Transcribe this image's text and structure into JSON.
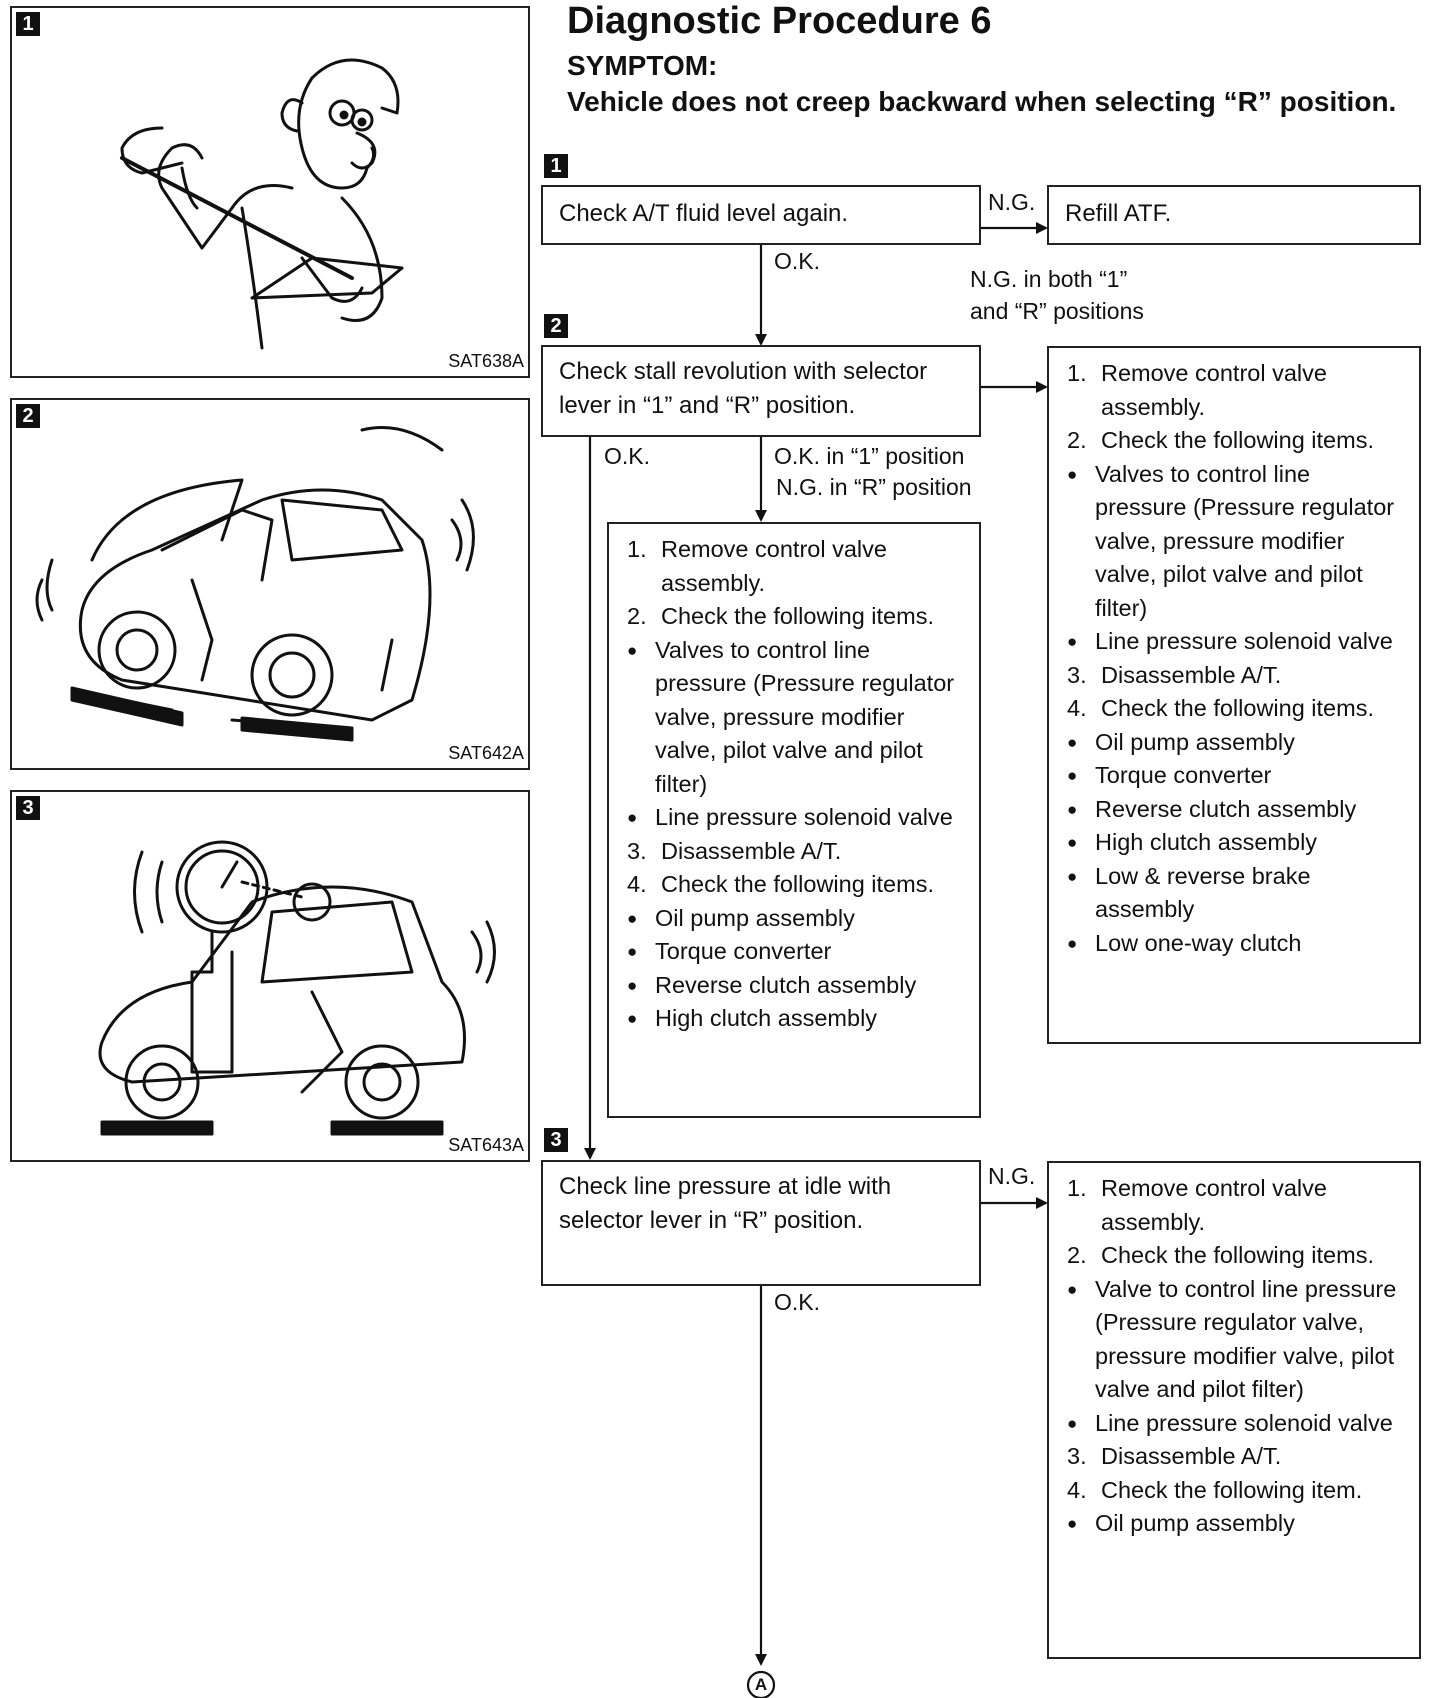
{
  "header": {
    "title": "Diagnostic Procedure 6",
    "symptom_label": "SYMPTOM:",
    "symptom_text": "Vehicle does not creep backward when selecting “R” position."
  },
  "illustrations": [
    {
      "badge": "1",
      "code": "SAT638A"
    },
    {
      "badge": "2",
      "code": "SAT642A"
    },
    {
      "badge": "3",
      "code": "SAT643A"
    }
  ],
  "flow": {
    "step1": {
      "badge": "1",
      "text": "Check A/T fluid level again.",
      "ng_label": "N.G.",
      "ng_result": "Refill ATF.",
      "ok_label": "O.K."
    },
    "step2": {
      "badge": "2",
      "lines": [
        "Check stall revolution with selector",
        "lever in “1” and “R” position."
      ],
      "ng_both_label": [
        "N.G. in both “1”",
        "and “R” positions"
      ],
      "ok_label": "O.K.",
      "ok1_ngr_label": [
        "O.K. in “1” position",
        "N.G. in “R” position"
      ]
    },
    "step3": {
      "badge": "3",
      "lines": [
        "Check line pressure at idle with",
        "selector lever in “R” position."
      ],
      "ng_label": "N.G.",
      "ok_label": "O.K."
    },
    "connector": "A"
  },
  "lists": {
    "ng_both": [
      {
        "kind": "n",
        "num": "1.",
        "text": "Remove control valve assembly."
      },
      {
        "kind": "n",
        "num": "2.",
        "text": "Check the following items."
      },
      {
        "kind": "b",
        "text": "Valves to control line pressure (Pressure regulator valve, pressure modifier valve, pilot valve and pilot filter)"
      },
      {
        "kind": "b",
        "text": "Line pressure solenoid valve"
      },
      {
        "kind": "n",
        "num": "3.",
        "text": "Disassemble A/T."
      },
      {
        "kind": "n",
        "num": "4.",
        "text": "Check the following items."
      },
      {
        "kind": "b",
        "text": "Oil pump assembly"
      },
      {
        "kind": "b",
        "text": "Torque converter"
      },
      {
        "kind": "b",
        "text": "Reverse clutch assembly"
      },
      {
        "kind": "b",
        "text": "High clutch assembly"
      },
      {
        "kind": "b",
        "text": "Low & reverse brake assembly"
      },
      {
        "kind": "b",
        "text": "Low one-way clutch"
      }
    ],
    "ng_r": [
      {
        "kind": "n",
        "num": "1.",
        "text": "Remove control valve assembly."
      },
      {
        "kind": "n",
        "num": "2.",
        "text": "Check the following items."
      },
      {
        "kind": "b",
        "text": "Valves to control line pressure (Pressure regulator valve, pressure modifier valve, pilot valve and pilot filter)"
      },
      {
        "kind": "b",
        "text": "Line pressure solenoid valve"
      },
      {
        "kind": "n",
        "num": "3.",
        "text": "Disassemble A/T."
      },
      {
        "kind": "n",
        "num": "4.",
        "text": "Check the following items."
      },
      {
        "kind": "b",
        "text": "Oil pump assembly"
      },
      {
        "kind": "b",
        "text": "Torque converter"
      },
      {
        "kind": "b",
        "text": "Reverse clutch assembly"
      },
      {
        "kind": "b",
        "text": "High clutch assembly"
      }
    ],
    "ng_line": [
      {
        "kind": "n",
        "num": "1.",
        "text": "Remove control valve assembly."
      },
      {
        "kind": "n",
        "num": "2.",
        "text": "Check the following items."
      },
      {
        "kind": "b",
        "text": "Valve to control line pressure (Pressure regulator valve, pressure modifier valve, pilot valve and pilot filter)"
      },
      {
        "kind": "b",
        "text": "Line pressure solenoid valve"
      },
      {
        "kind": "n",
        "num": "3.",
        "text": "Disassemble A/T."
      },
      {
        "kind": "n",
        "num": "4.",
        "text": "Check the following item."
      },
      {
        "kind": "b",
        "text": "Oil pump assembly"
      }
    ]
  }
}
